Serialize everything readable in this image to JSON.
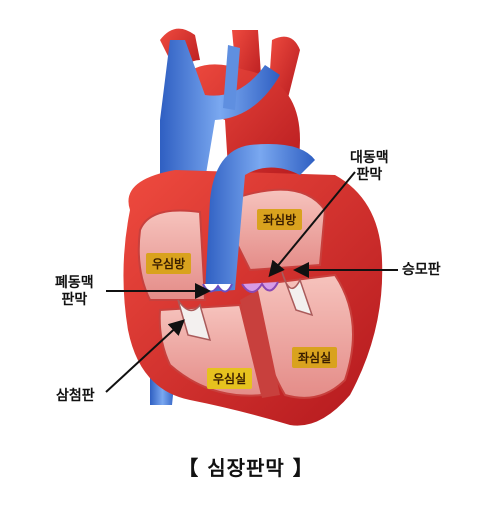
{
  "diagram": {
    "chambers": {
      "right_atrium": "우심방",
      "left_atrium": "좌심방",
      "right_ventricle": "우심실",
      "left_ventricle": "좌심실"
    },
    "valves": {
      "aortic_line1": "대동맥",
      "aortic_line2": "판막",
      "pulmonary_line1": "폐동맥",
      "pulmonary_line2": "판막",
      "mitral": "승모판",
      "tricuspid": "삼첨판"
    },
    "caption": "【 심장판막 】",
    "colors": {
      "heart_red": "#d6262a",
      "vein_blue": "#3a6fd0",
      "chamber_pink": "#f0a8a4",
      "tag_bg": "#d9a21e",
      "valve_purple": "#b16bd2"
    }
  }
}
